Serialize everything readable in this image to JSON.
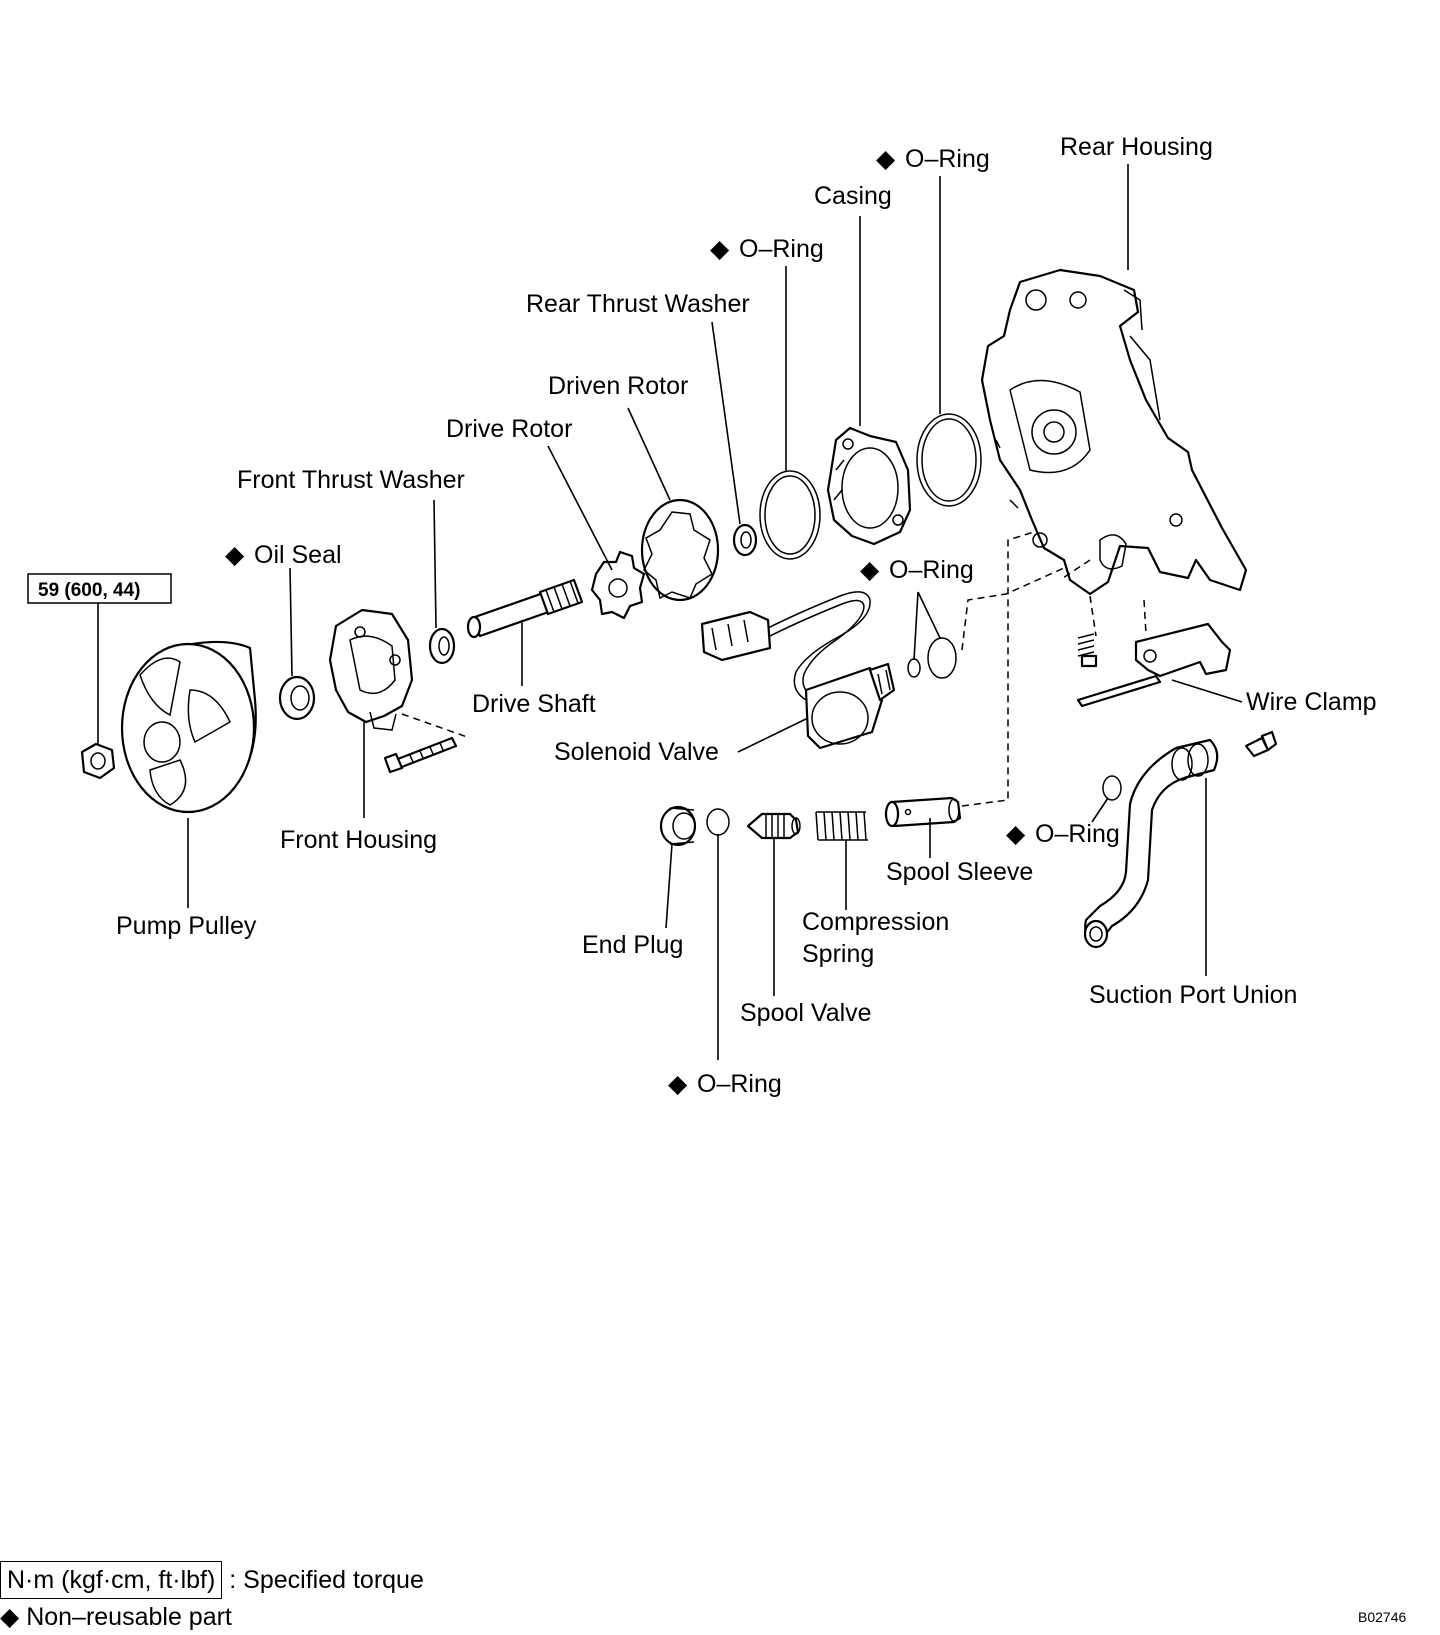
{
  "labels": {
    "torque_spec": "59 (600, 44)",
    "pump_pulley": "Pump Pulley",
    "oil_seal": "Oil Seal",
    "front_thrust_washer": "Front Thrust Washer",
    "front_housing": "Front Housing",
    "drive_shaft": "Drive Shaft",
    "drive_rotor": "Drive Rotor",
    "driven_rotor": "Driven Rotor",
    "rear_thrust_washer": "Rear Thrust Washer",
    "o_ring": "O–Ring",
    "casing": "Casing",
    "rear_housing": "Rear Housing",
    "solenoid_valve": "Solenoid Valve",
    "wire_clamp": "Wire Clamp",
    "spool_sleeve": "Spool Sleeve",
    "compression_spring": [
      "Compression",
      "Spring"
    ],
    "spool_valve": "Spool Valve",
    "end_plug": "End Plug",
    "suction_port_union": "Suction Port Union"
  },
  "markers": {
    "non_reusable": "◆"
  },
  "legend": {
    "torque_unit": "N·m (kgf·cm, ft·lbf)",
    "torque_text": ": Specified torque",
    "non_reusable_text": "Non–reusable part"
  },
  "figure_code": "B02746"
}
